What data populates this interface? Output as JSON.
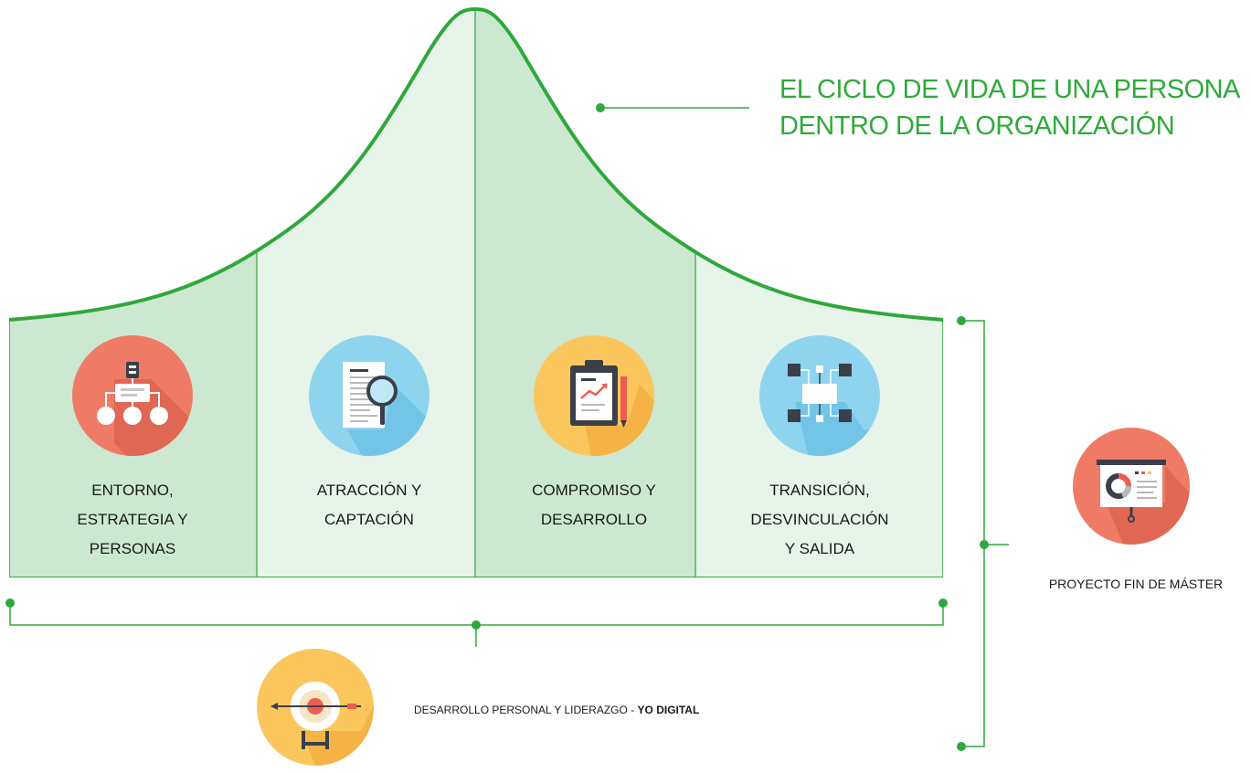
{
  "title_line1": "EL CICLO DE VIDA DE UNA PERSONA",
  "title_line2": "DENTRO DE LA ORGANIZACIÓN",
  "stages": [
    {
      "line1": "ENTORNO,",
      "line2": "ESTRATEGIA Y",
      "line3": "PERSONAS",
      "icon": "org-chart-icon"
    },
    {
      "line1": "ATRACCIÓN Y",
      "line2": "CAPTACIÓN",
      "line3": "",
      "icon": "document-search-icon"
    },
    {
      "line1": "COMPROMISO Y",
      "line2": "DESARROLLO",
      "line3": "",
      "icon": "clipboard-chart-icon"
    },
    {
      "line1": "TRANSICIÓN,",
      "line2": "DESVINCULACIÓN",
      "line3": "Y SALIDA",
      "icon": "process-flow-icon"
    }
  ],
  "side": {
    "label": "PROYECTO FIN DE MÁSTER",
    "icon": "presentation-board-icon"
  },
  "bottom": {
    "label_normal": "DESARROLLO PERSONAL Y LIDERAZGO - ",
    "label_bold": "YO DIGITAL",
    "icon": "target-icon"
  },
  "colors": {
    "green": "#2ea83a",
    "band_dark": "#cde8d1",
    "band_light": "#e7f4e9",
    "coral": "#ef7b66",
    "sky": "#8fd4ef",
    "amber": "#fbc65c"
  }
}
